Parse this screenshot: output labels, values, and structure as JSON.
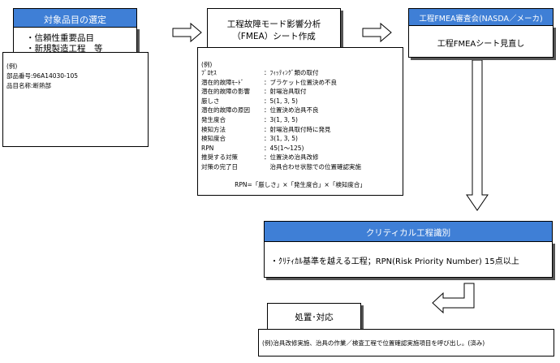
{
  "selection": {
    "title": "対象品目の選定",
    "items": [
      "・信頼性重要品目",
      "・新規製造工程　等"
    ]
  },
  "example_left": {
    "lines": [
      "(例)",
      "部品番号:96A14030-105",
      "品目名称:断熱部"
    ]
  },
  "fmea": {
    "title_line1": "工程故障モード影響分析",
    "title_line2": "（FMEA）シート作成",
    "example_head": "(例)",
    "rows": [
      {
        "label": "ﾌﾟﾛｾｽ",
        "value": "：ﾌｨｯﾃｨﾝｸﾞ類の取付"
      },
      {
        "label": "潜在的故障ﾓｰﾄﾞ",
        "value": "：ブラケット位置決め不良"
      },
      {
        "label": "潜在的故障の影響",
        "value": "：射場治具取付"
      },
      {
        "label": "厳しさ",
        "value": "：5(1, 3, 5)"
      },
      {
        "label": "潜在的故障の原因",
        "value": "：位置決め治具不良"
      },
      {
        "label": "発生度合",
        "value": "：3(1, 3, 5)"
      },
      {
        "label": "検知方法",
        "value": "：射場治具取付時に発見"
      },
      {
        "label": "検知度合",
        "value": "：3(1, 3, 5)"
      },
      {
        "label": "RPN",
        "value": "：45(1～125)"
      },
      {
        "label": "推奨する対策",
        "value": "：位置決め治具改修"
      },
      {
        "label": "対策の完了日",
        "value": "　治具合わせ状態での位置確認実施"
      }
    ],
    "formula": "RPN=「厳しさ」×「発生度合」×「検知度合」"
  },
  "review": {
    "title": "工程FMEA審査会(NASDA／メーカ)",
    "body": "工程FMEAシート見直し"
  },
  "critical": {
    "title": "クリティカル工程識別",
    "body": "・ｸﾘﾃｨｶﾙ基準を越える工程；RPN(Risk Priority Number) 15点以上"
  },
  "action": {
    "title": "処置･対応",
    "body": "(例)治具改修実施、治具の作業／検査工程で位置確認実施項目を呼び出し。(済み)"
  }
}
